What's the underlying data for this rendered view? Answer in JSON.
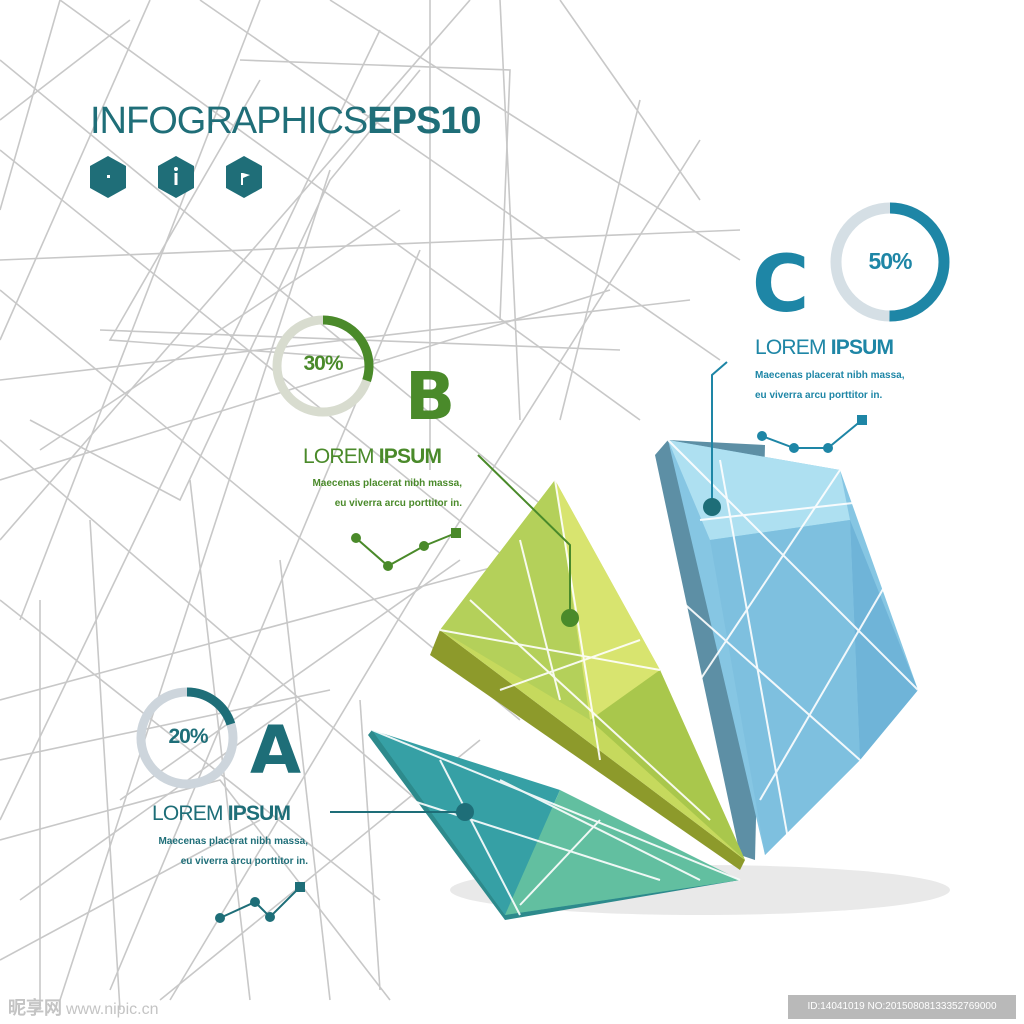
{
  "title": {
    "light": "INFOGRAPHICS",
    "bold": "EPS10"
  },
  "icons": [
    "bell-icon",
    "info-icon",
    "flag-icon"
  ],
  "sections": {
    "a": {
      "letter": "A",
      "percent": "20%",
      "percent_value": 20,
      "heading_light": "LOREM",
      "heading_bold": "IPSUM",
      "body_line1": "Maecenas placerat nibh massa,",
      "body_line2": "eu viverra arcu porttitor in.",
      "color": "#1e6e78"
    },
    "b": {
      "letter": "B",
      "percent": "30%",
      "percent_value": 30,
      "heading_light": "LOREM",
      "heading_bold": "IPSUM",
      "body_line1": "Maecenas placerat nibh massa,",
      "body_line2": "eu viverra arcu porttitor in.",
      "color": "#4a8a2a"
    },
    "c": {
      "letter": "C",
      "percent": "50%",
      "percent_value": 50,
      "heading_light": "LOREM",
      "heading_bold": "IPSUM",
      "body_line1": "Maecenas placerat nibh massa,",
      "body_line2": "eu viverra arcu porttitor in.",
      "color": "#1e86a6"
    }
  },
  "watermark": {
    "logo": "昵享网",
    "url": "www.nipic.cn",
    "id": "ID:14041019 NO:20150808133352769000"
  }
}
